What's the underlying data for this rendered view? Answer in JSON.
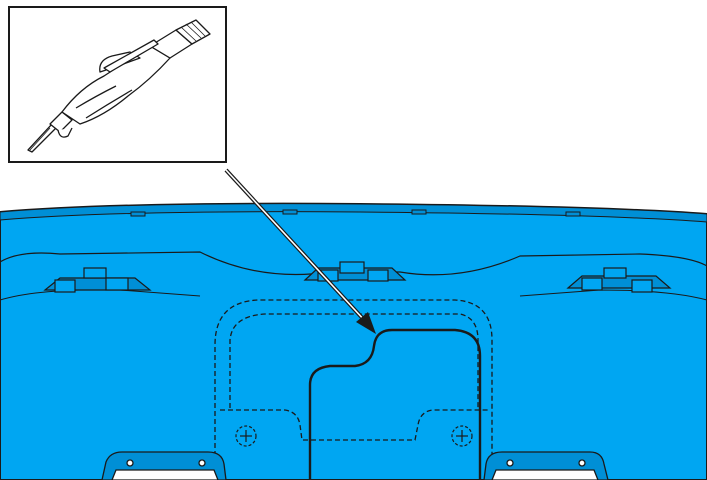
{
  "diagram": {
    "colors": {
      "panel_fill": "#00a6f2",
      "panel_shade": "#008fd6",
      "outline": "#1a1a1a",
      "inset_fill": "#ffffff",
      "tool_fill": "#ffffff"
    },
    "parts": [
      {
        "id": "bumper-panel",
        "label": ""
      },
      {
        "id": "cut-line",
        "label": ""
      },
      {
        "id": "inset-tool",
        "label": ""
      }
    ]
  }
}
